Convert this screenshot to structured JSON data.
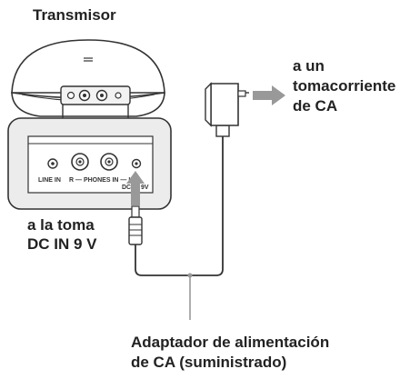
{
  "title": "Transmisor",
  "ac_outlet_label": [
    "a un",
    "tomacorriente",
    "de CA"
  ],
  "dc_jack_label": [
    "a la toma",
    "DC IN 9 V"
  ],
  "adapter_label": [
    "Adaptador de alimentación",
    "de CA (suministrado)"
  ],
  "panel_labels": {
    "line_in": "LINE IN",
    "phones_in": "R — PHONES IN — L",
    "dc_in": "DC IN 9V"
  },
  "icons": [
    "transmitter-unit",
    "ac-adapter-plug-icon",
    "arrow-right-icon",
    "arrow-up-icon",
    "dc-plug-icon"
  ],
  "colors": {
    "arrow": "#999999",
    "line": "#333333",
    "panel_bg": "#eeeeee"
  }
}
